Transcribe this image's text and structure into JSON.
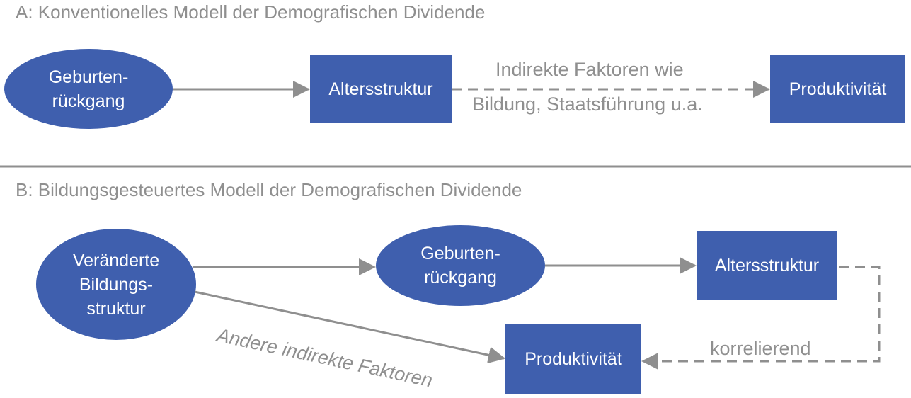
{
  "panel_a": {
    "heading": "A: Konventionelles Modell der Demografischen Dividende",
    "birth_decline": "Geburten-\nrückgang",
    "age_structure": "Altersstruktur",
    "productivity": "Produktivität",
    "indirect_line1": "Indirekte Faktoren wie",
    "indirect_line2": "Bildung, Staatsführung u.a."
  },
  "panel_b": {
    "heading": "B: Bildungsgesteuertes Modell der Demografischen Dividende",
    "education_structure": "Veränderte\nBildungs-\nstruktur",
    "birth_decline": "Geburten-\nrückgang",
    "age_structure": "Altersstruktur",
    "productivity": "Produktivität",
    "other_indirect": "Andere indirekte Faktoren",
    "correlating": "korrelierend"
  },
  "colors": {
    "node_fill": "#3f5fae",
    "arrow": "#8f8f8f",
    "text_gray": "#8f8f8f"
  }
}
